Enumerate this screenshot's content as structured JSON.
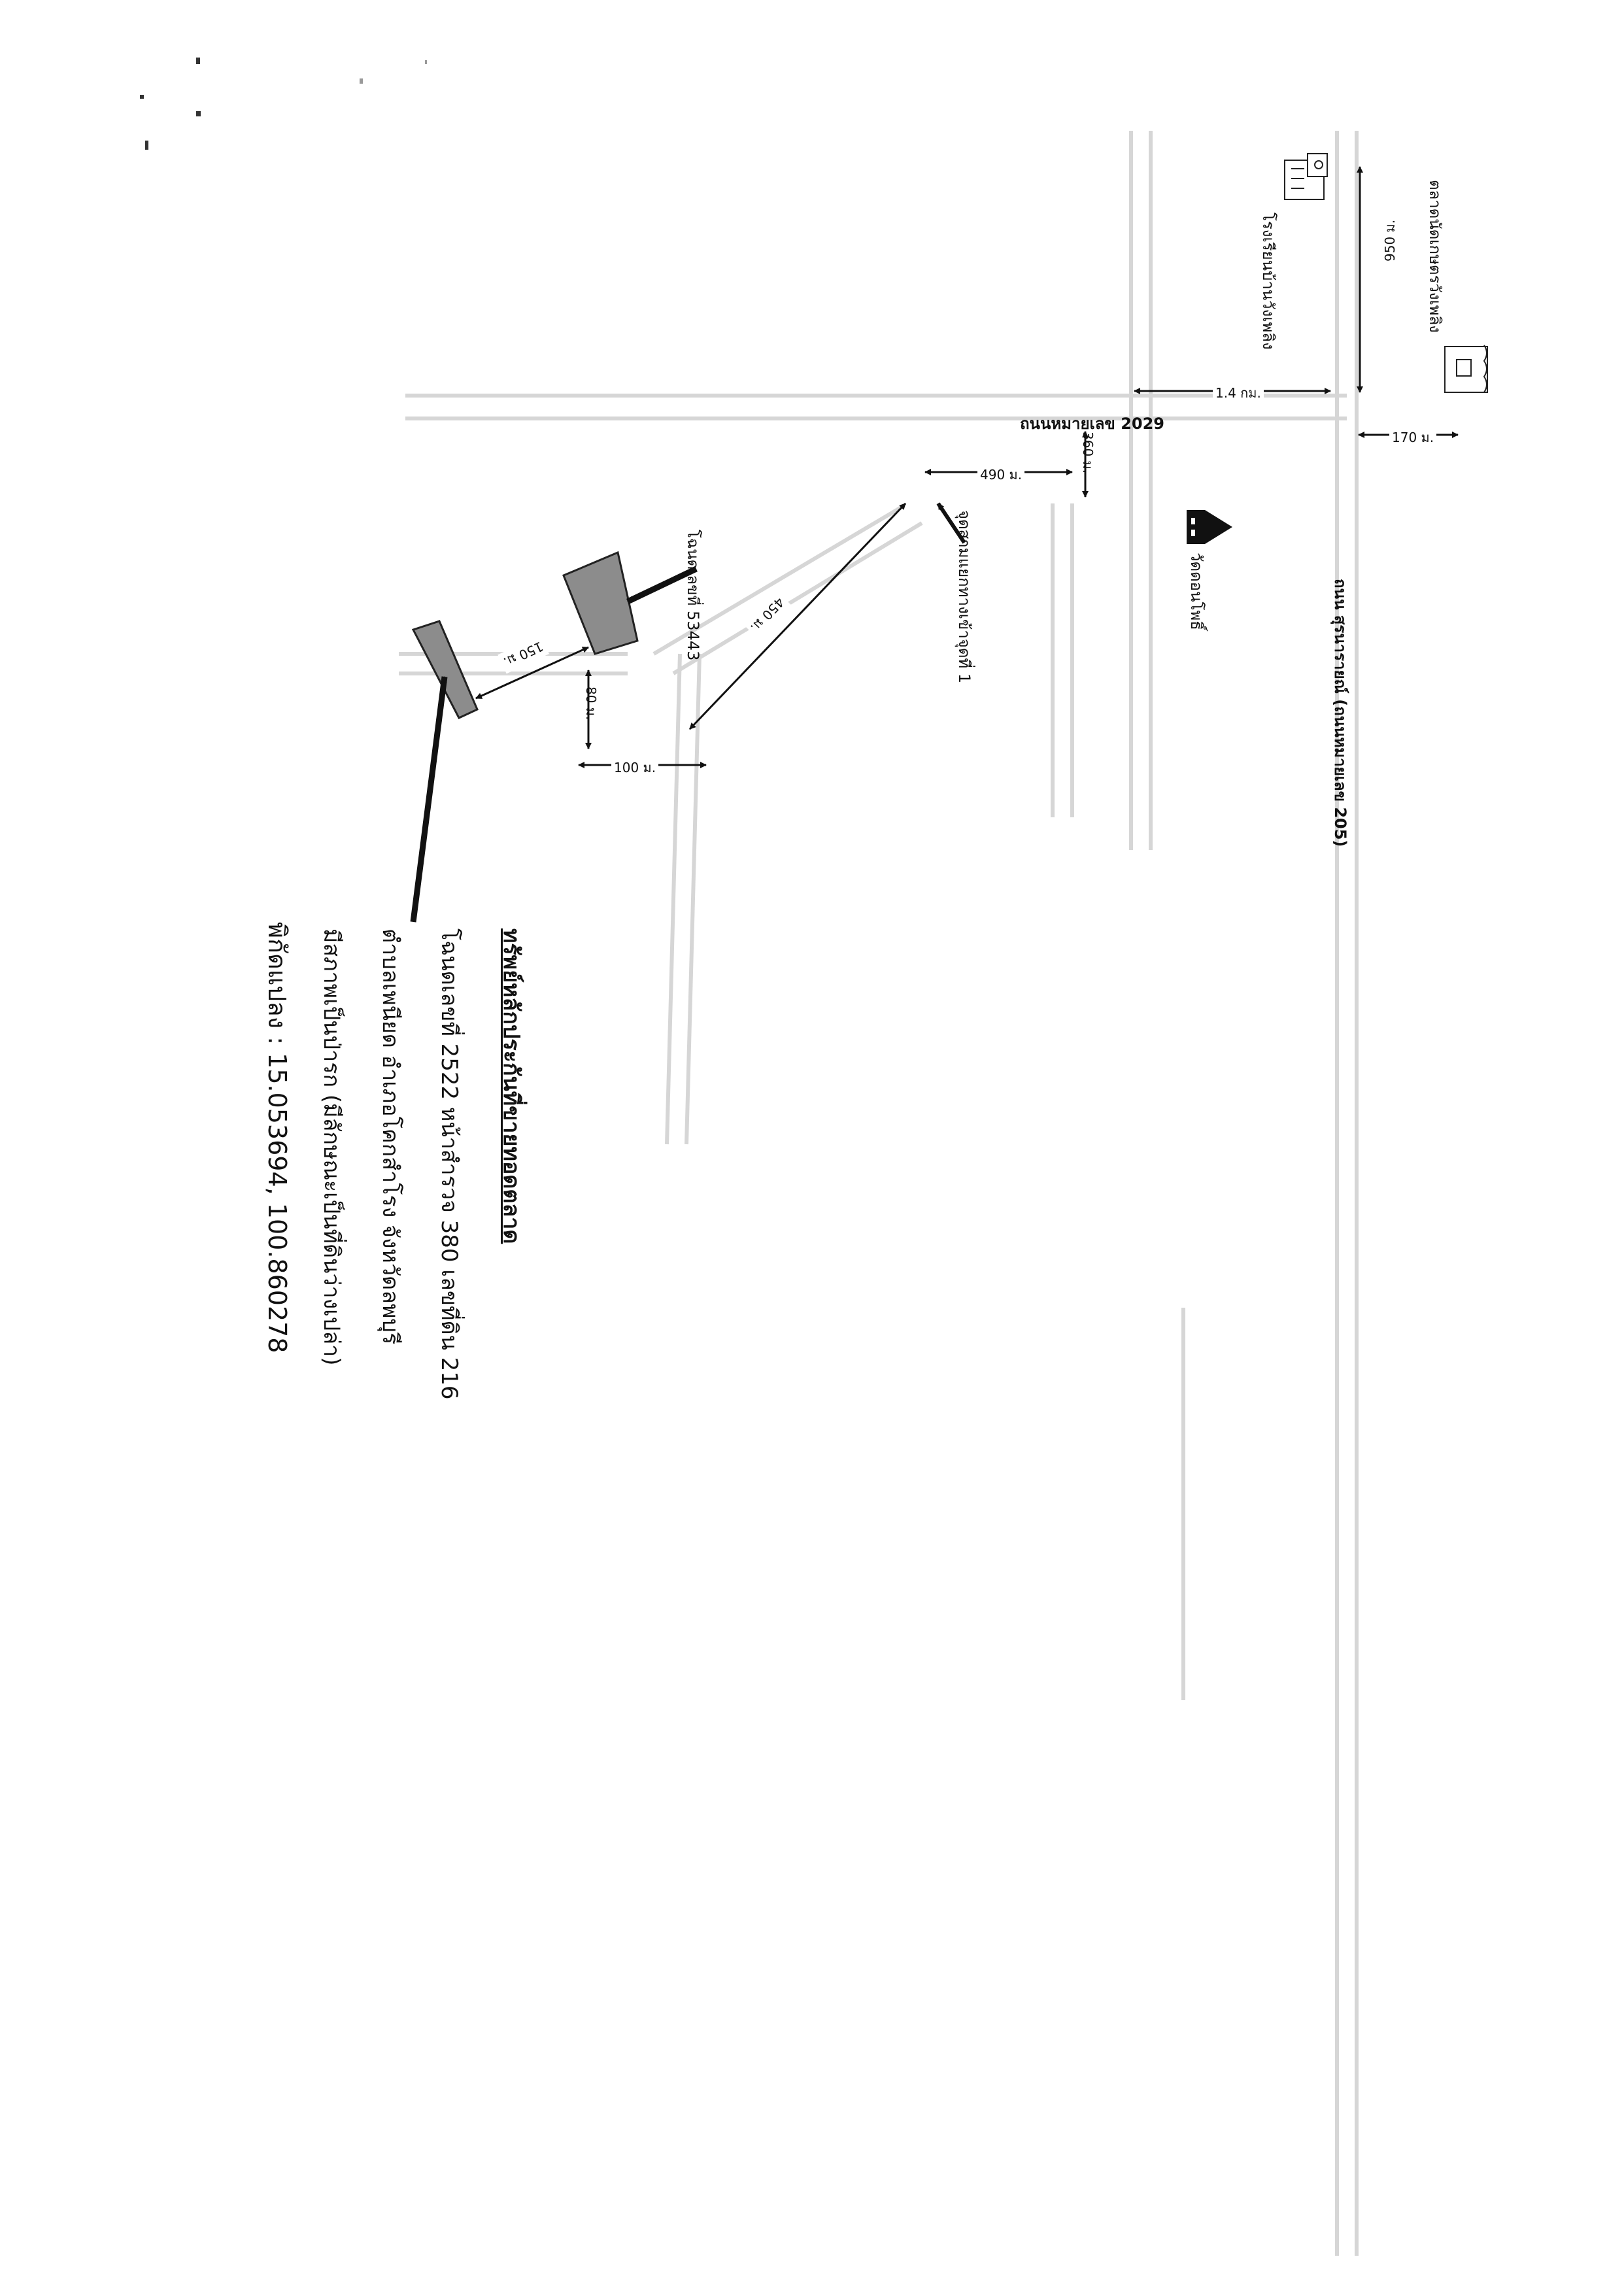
{
  "map": {
    "roads": {
      "road_2029": "ถนนหมายเลข 2029",
      "road_205": "ถนน สุรนารายณ์ (ถนนหมายเลข 205)"
    },
    "places": {
      "school": "โรงเรียนบ้านวังเพลิง",
      "market": "ตลาดนัดเกษตรวังเพลิง",
      "temple": "วัดดอนโพธิ์",
      "entrance": "จุดสามแยกทางเข้าจุดที่ 1"
    },
    "parcels": {
      "parcel_53443": "โฉนดเลขที่ 53443"
    },
    "distances": {
      "d_950": "950 ม.",
      "d_1_4": "1.4 กม.",
      "d_170": "170 ม.",
      "d_490": "490 ม.",
      "d_360": "360 ม.",
      "d_450": "450 ม.",
      "d_150": "150 ม.",
      "d_80": "80 ม.",
      "d_100": "100 ม."
    }
  },
  "property": {
    "title": "ทรัพย์หลักประกันที่ขายทอดตลาด",
    "line1": "โฉนดเลขที่ 2522 หน้าสำรวจ 380 เลขที่ดิน 216",
    "line2": "ตำบลเพนียด อำเภอโคกสำโรง จังหวัดลพบุรี",
    "line3": "มีสภาพเป็นป่ารก (มีลักษณะเป็นที่ดินว่างเปล่า)",
    "coordinates": "พิกัดแปลง : 15.053694, 100.860278"
  },
  "icons": {
    "school": "school-building-icon",
    "market": "market-building-icon",
    "temple": "temple-icon"
  }
}
